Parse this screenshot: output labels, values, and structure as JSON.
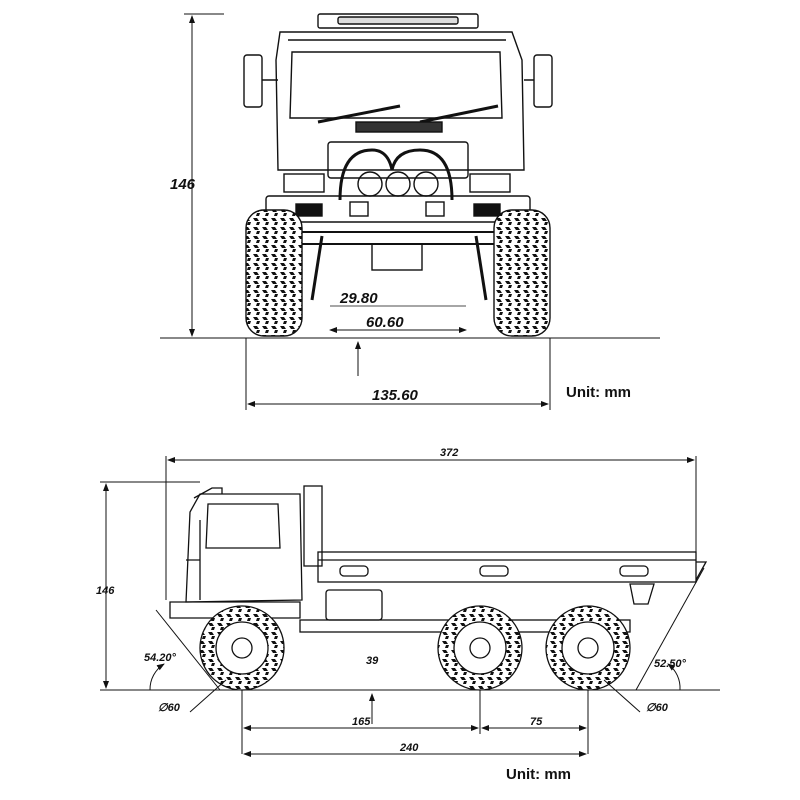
{
  "front_view": {
    "height": "146",
    "track_inner": "29.80",
    "track_mid": "60.60",
    "overall_width": "135.60",
    "unit_label": "Unit: mm"
  },
  "side_view": {
    "overall_length": "372",
    "height": "146",
    "approach_angle": "54.20°",
    "departure_angle": "52.50°",
    "ground_clearance": "39",
    "wheel_front_diameter": "∅60",
    "wheel_rear_diameter": "∅60",
    "wheelbase_front": "165",
    "wheelbase_rear": "75",
    "wheelbase_total": "240",
    "unit_label": "Unit: mm"
  },
  "colors": {
    "ink": "#111111",
    "background": "#ffffff"
  }
}
